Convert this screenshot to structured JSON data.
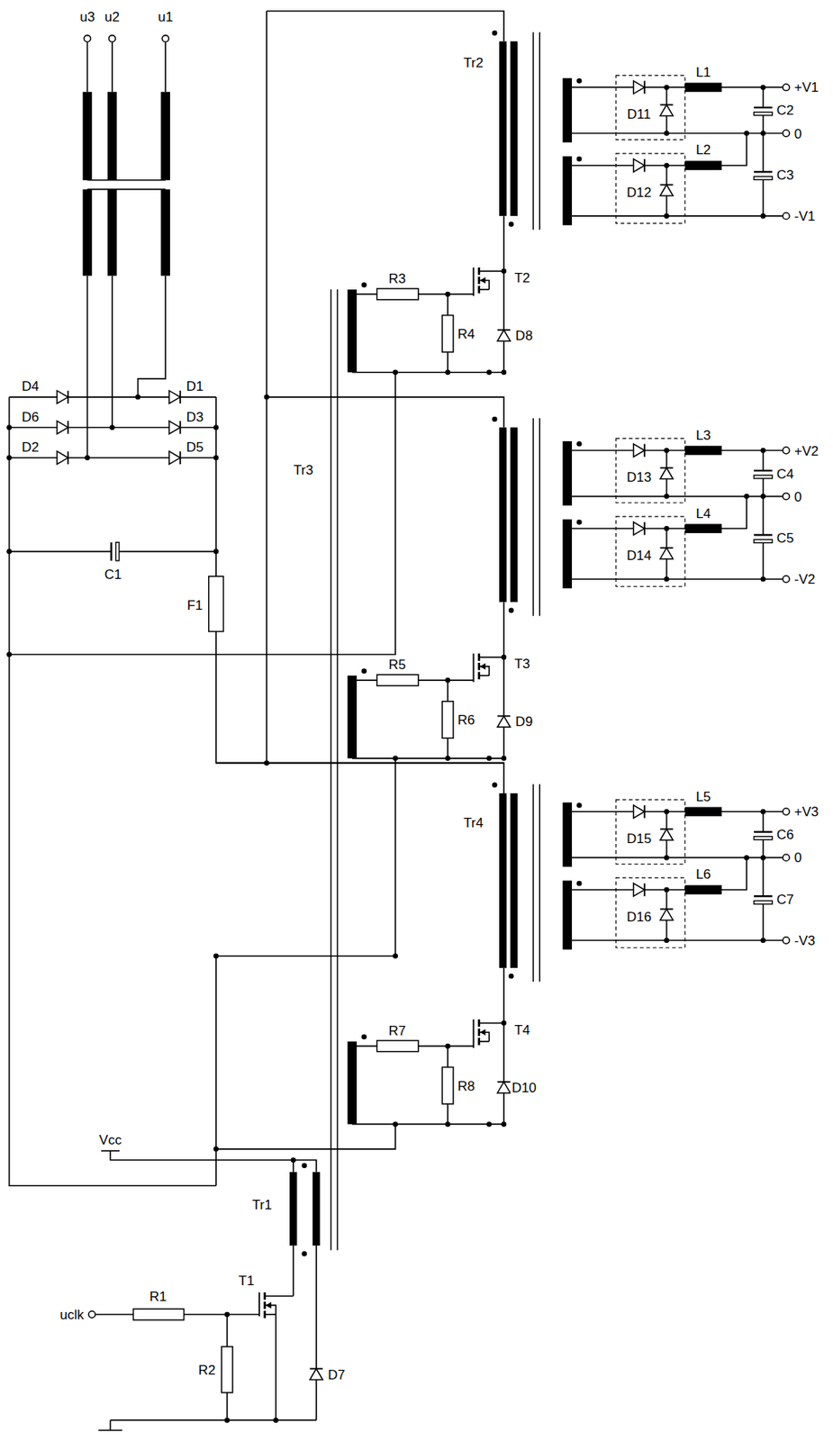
{
  "diagram": {
    "labels": [
      "u3",
      "u2",
      "u1",
      "Tr2",
      "D11",
      "L1",
      "+V1",
      "C2",
      "0",
      "D12",
      "L2",
      "C3",
      "-V1",
      "D4",
      "D1",
      "D6",
      "D3",
      "D2",
      "D5",
      "R3",
      "T2",
      "R4",
      "D8",
      "Tr3",
      "D13",
      "L3",
      "+V2",
      "C4",
      "0",
      "D14",
      "L4",
      "C5",
      "-V2",
      "C1",
      "F1",
      "R5",
      "T3",
      "R6",
      "D9",
      "Tr4",
      "D15",
      "L5",
      "+V3",
      "C6",
      "0",
      "D16",
      "L6",
      "C7",
      "-V3",
      "R7",
      "T4",
      "R8",
      "D10",
      "Vcc",
      "Tr1",
      "uclk",
      "R1",
      "R2",
      "T1",
      "D7"
    ]
  }
}
